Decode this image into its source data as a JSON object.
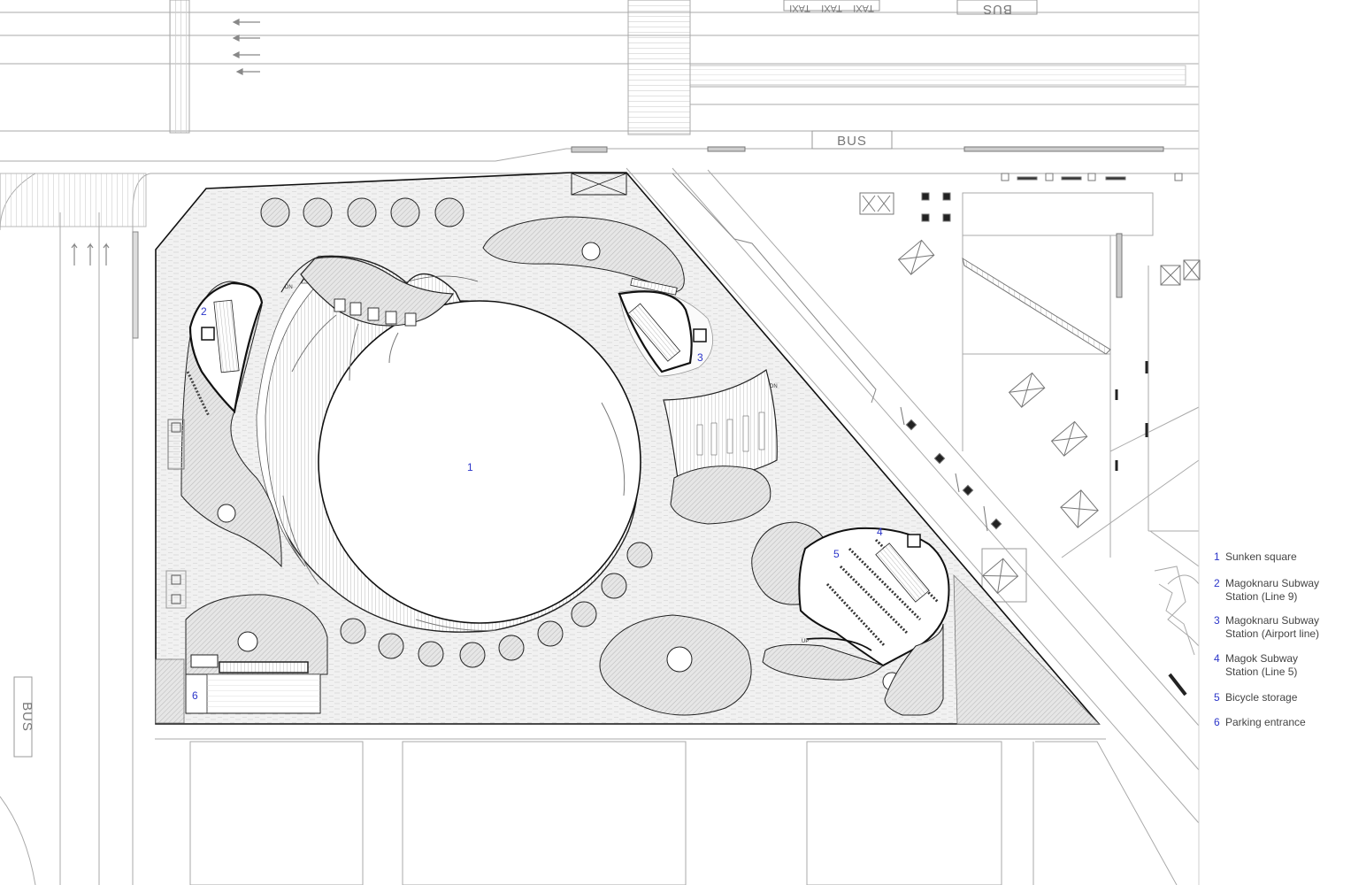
{
  "plan": {
    "area_numbers": [
      "1",
      "2",
      "3",
      "4",
      "5",
      "6"
    ],
    "markers": {
      "down": "DN",
      "up": "UP"
    },
    "road_labels": {
      "bus": "BUS",
      "taxi": "TAXI"
    }
  },
  "legend": [
    {
      "num": "1",
      "label": "Sunken square"
    },
    {
      "num": "2",
      "label": "Magoknaru Subway\nStation (Line 9)"
    },
    {
      "num": "3",
      "label": "Magoknaru Subway\nStation (Airport line)"
    },
    {
      "num": "4",
      "label": "Magok Subway\nStation (Line 5)"
    },
    {
      "num": "5",
      "label": "Bicycle storage"
    },
    {
      "num": "6",
      "label": "Parking entrance"
    }
  ],
  "colors": {
    "number": "#2b35c9",
    "line": "#222222",
    "thin": "#9a9a9a",
    "hatch": "#bdbdbd"
  }
}
